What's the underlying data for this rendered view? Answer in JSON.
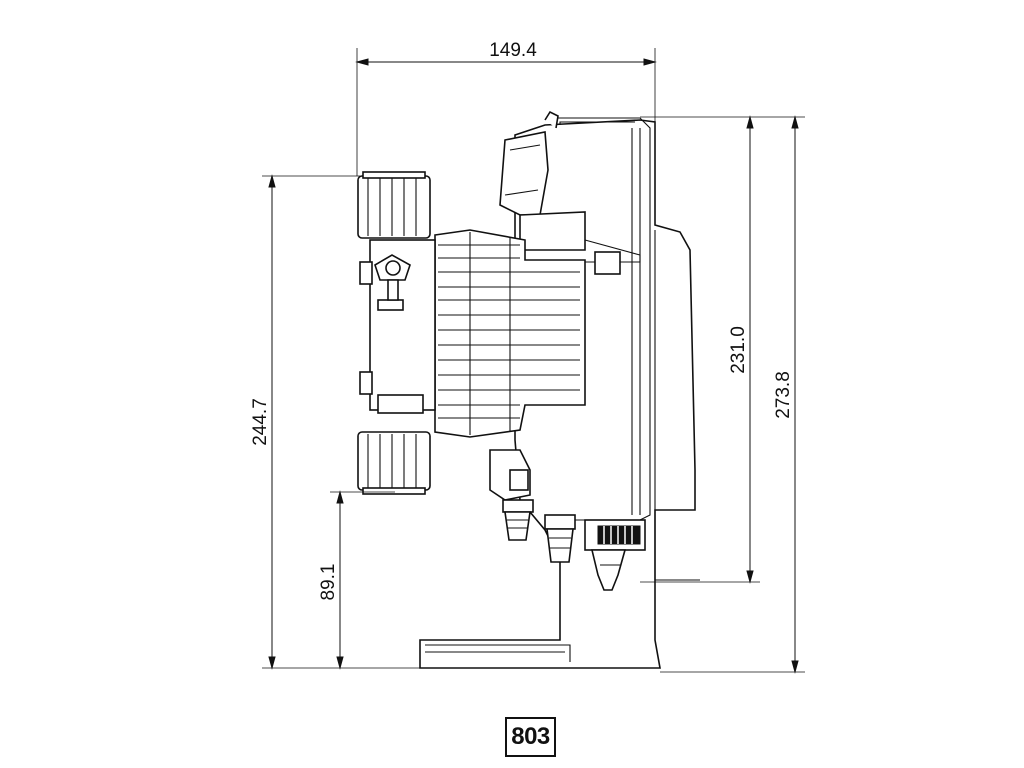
{
  "dimensions": {
    "top_width": "149.4",
    "left_height": "244.7",
    "inlet_height": "89.1",
    "body_height": "231.0",
    "overall_height": "273.8"
  },
  "page_number": "803"
}
